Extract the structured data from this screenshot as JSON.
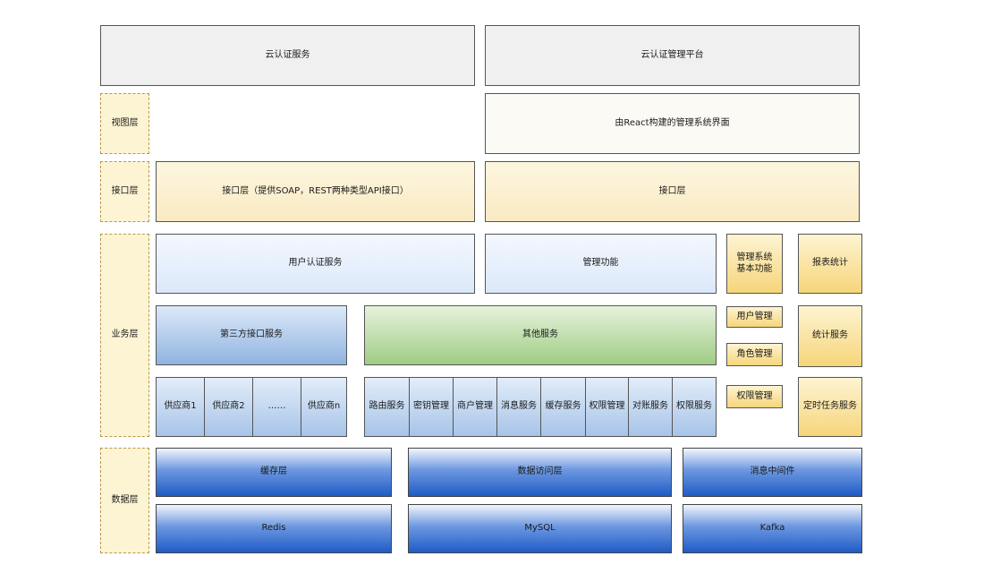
{
  "top": {
    "cloud_auth_service": "云认证服务",
    "cloud_auth_mgmt_platform": "云认证管理平台"
  },
  "layers": {
    "view": "视图层",
    "interface": "接口层",
    "business": "业务层",
    "data": "数据层"
  },
  "view_layer": {
    "react_ui": "由React构建的管理系统界面"
  },
  "interface_layer": {
    "left": "接口层（提供SOAP，REST两种类型API接口）",
    "right": "接口层"
  },
  "business_layer": {
    "user_auth_service": "用户认证服务",
    "mgmt_functions": "管理功能",
    "mgmt_basic_functions": "管理系统基本功能",
    "report_stats": "报表统计",
    "third_party_interface_service": "第三方接口服务",
    "other_services": "其他服务",
    "user_mgmt": "用户管理",
    "role_mgmt": "角色管理",
    "permission_mgmt": "权限管理",
    "stats_service": "统计服务",
    "scheduled_task_service": "定时任务服务",
    "suppliers": [
      "供应商1",
      "供应商2",
      "……",
      "供应商n"
    ],
    "other_service_items": [
      "路由服务",
      "密钥管理",
      "商户管理",
      "消息服务",
      "缓存服务",
      "权限管理",
      "对账服务",
      "权限服务"
    ]
  },
  "data_layer": {
    "cache_layer": "缓存层",
    "data_access_layer": "数据访问层",
    "message_middleware": "消息中间件",
    "redis": "Redis",
    "mysql": "MySQL",
    "kafka": "Kafka"
  }
}
